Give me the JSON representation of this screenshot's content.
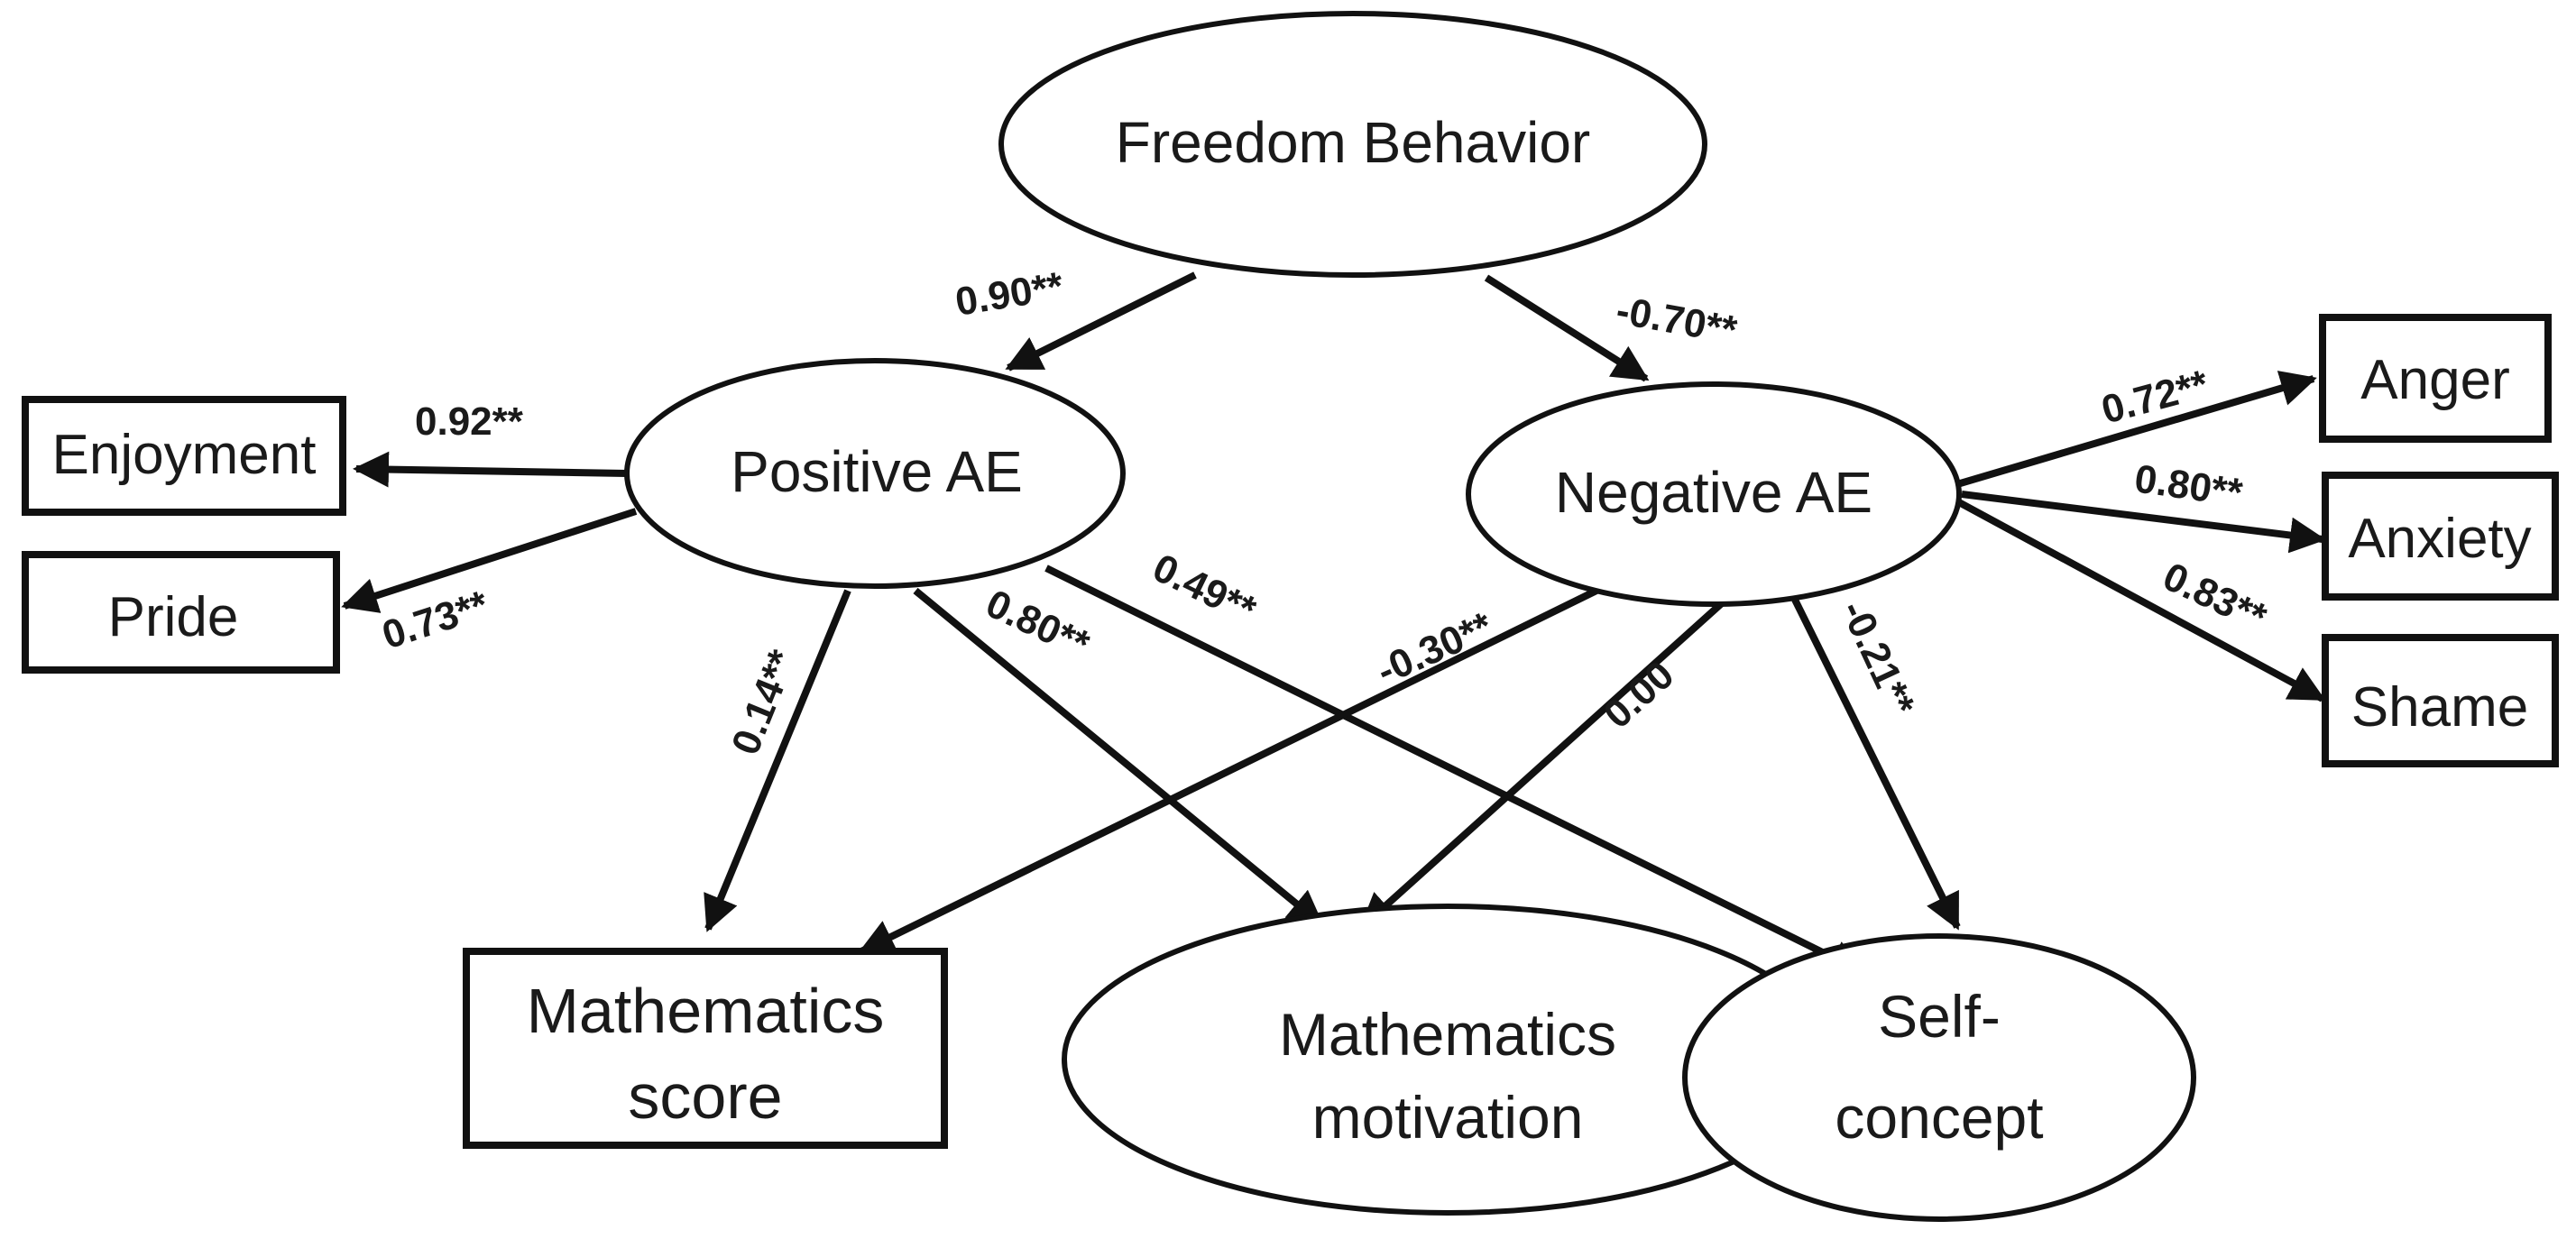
{
  "nodes": {
    "freedom_behavior": "Freedom Behavior",
    "positive_ae": "Positive AE",
    "negative_ae": "Negative AE",
    "enjoyment": "Enjoyment",
    "pride": "Pride",
    "anger": "Anger",
    "anxiety": "Anxiety",
    "shame": "Shame",
    "math_score": {
      "line1": "Mathematics",
      "line2": "score"
    },
    "math_motivation": {
      "line1": "Mathematics",
      "line2": "motivation"
    },
    "self_concept": {
      "line1": "Self-",
      "line2": "concept"
    }
  },
  "paths": {
    "fb_to_pos": "0.90**",
    "fb_to_neg": "-0.70**",
    "pos_to_enjoyment": "0.92**",
    "pos_to_pride": "0.73**",
    "neg_to_anger": "0.72**",
    "neg_to_anxiety": "0.80**",
    "neg_to_shame": "0.83**",
    "pos_to_score": "0.14**",
    "pos_to_motivation": "0.80**",
    "pos_to_selfconcept": "0.49**",
    "neg_to_score": "-0.30**",
    "neg_to_motivation": "0.00",
    "neg_to_selfconcept": "-0.21**"
  }
}
